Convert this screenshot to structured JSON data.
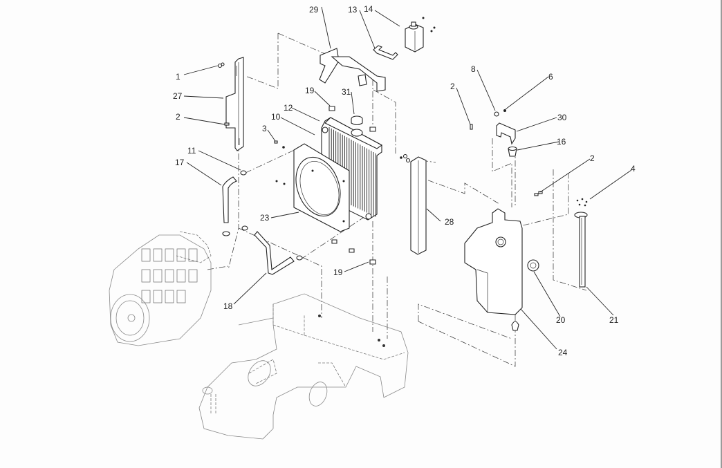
{
  "diagram": {
    "title": "Cooling system exploded parts diagram",
    "callouts": [
      {
        "id": "c1",
        "label": "1",
        "part": "bolt"
      },
      {
        "id": "c27",
        "label": "27",
        "part": "left-bracket"
      },
      {
        "id": "c2a",
        "label": "2",
        "part": "bolt"
      },
      {
        "id": "c11",
        "label": "11",
        "part": "hose-clamp"
      },
      {
        "id": "c17",
        "label": "17",
        "part": "upper-hose"
      },
      {
        "id": "c3",
        "label": "3",
        "part": "bolt"
      },
      {
        "id": "c10",
        "label": "10",
        "part": "bolt"
      },
      {
        "id": "c12",
        "label": "12",
        "part": "radiator"
      },
      {
        "id": "c19a",
        "label": "19",
        "part": "nut"
      },
      {
        "id": "c31",
        "label": "31",
        "part": "radiator-cap"
      },
      {
        "id": "c29",
        "label": "29",
        "part": "top-bracket"
      },
      {
        "id": "c13",
        "label": "13",
        "part": "tank-bracket"
      },
      {
        "id": "c14",
        "label": "14",
        "part": "expansion-tank"
      },
      {
        "id": "c23",
        "label": "23",
        "part": "fan-shroud"
      },
      {
        "id": "c28",
        "label": "28",
        "part": "right-bracket"
      },
      {
        "id": "c19b",
        "label": "19",
        "part": "nut"
      },
      {
        "id": "c18",
        "label": "18",
        "part": "lower-hose"
      },
      {
        "id": "c2b",
        "label": "2",
        "part": "bolt"
      },
      {
        "id": "c8",
        "label": "8",
        "part": "washer"
      },
      {
        "id": "c6",
        "label": "6",
        "part": "nut"
      },
      {
        "id": "c30",
        "label": "30",
        "part": "tank-clamp"
      },
      {
        "id": "c16",
        "label": "16",
        "part": "rubber-mount"
      },
      {
        "id": "c2c",
        "label": "2",
        "part": "bolt"
      },
      {
        "id": "c4",
        "label": "4",
        "part": "screws"
      },
      {
        "id": "c20",
        "label": "20",
        "part": "fuel-cap"
      },
      {
        "id": "c21",
        "label": "21",
        "part": "level-sender"
      },
      {
        "id": "c24",
        "label": "24",
        "part": "fuel-tank"
      }
    ]
  }
}
